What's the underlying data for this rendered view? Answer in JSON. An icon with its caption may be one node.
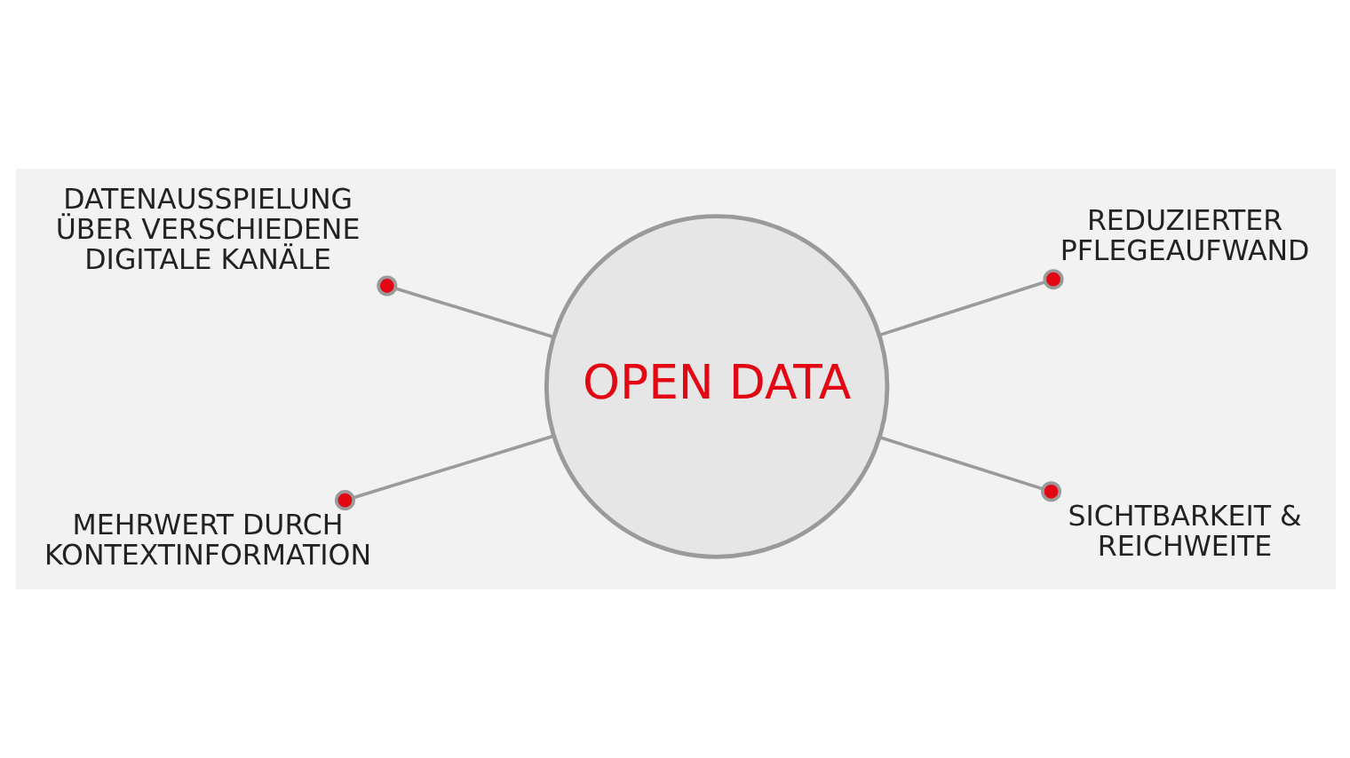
{
  "diagram": {
    "nodes": [
      {
        "text": [
          "OPEN DATA"
        ]
      },
      {
        "text": [
          "DATENAUSSPIELUNG ÜBER VERSCHIEDENE DIGITALE KANÄLE"
        ]
      },
      {
        "text": [
          "REDUZIERTER PFLEGEAUFWAND"
        ]
      },
      {
        "text": [
          "MEHRWERT DURCH KONTEXTINFORMATION"
        ]
      },
      {
        "text": [
          "SICHTBARKEIT & REICHWEITE"
        ]
      }
    ],
    "edges": [
      {
        "from": 0,
        "to": 1,
        "arrow": "other"
      },
      {
        "from": 0,
        "to": 2,
        "arrow": "other"
      },
      {
        "from": 0,
        "to": 3,
        "arrow": "other"
      },
      {
        "from": 0,
        "to": 4,
        "arrow": "other"
      }
    ]
  }
}
